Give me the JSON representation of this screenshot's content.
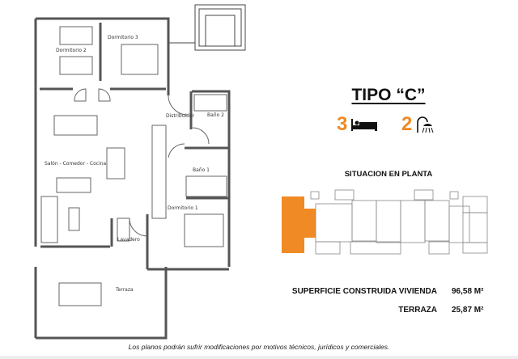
{
  "plan": {
    "rooms": {
      "dormitorio2": "Dormitorio 2",
      "dormitorio3": "Dormitorio 3",
      "distribuidor": "Distribuidor",
      "bano2": "Baño 2",
      "salon": "Salón - Comedor - Cocina",
      "bano1": "Baño 1",
      "dormitorio1": "Dormitorio 1",
      "lavadero": "Lavadero",
      "terraza": "Terraza"
    }
  },
  "info": {
    "title": "TIPO “C”",
    "bedrooms": "3",
    "bathrooms": "2",
    "bed_icon": "bed-icon",
    "shower_icon": "shower-icon",
    "accent_color": "#f08a24",
    "location_title": "SITUACION EN PLANTA",
    "areas": [
      {
        "label": "SUPERFICIE CONSTRUIDA VIVIENDA",
        "value": "96,58 M²"
      },
      {
        "label": "TERRAZA",
        "value": "25,87 M²"
      }
    ]
  },
  "footer": "Los planos podrán sufrir modificaciones por motivos técnicos, jurídicos y comerciales."
}
